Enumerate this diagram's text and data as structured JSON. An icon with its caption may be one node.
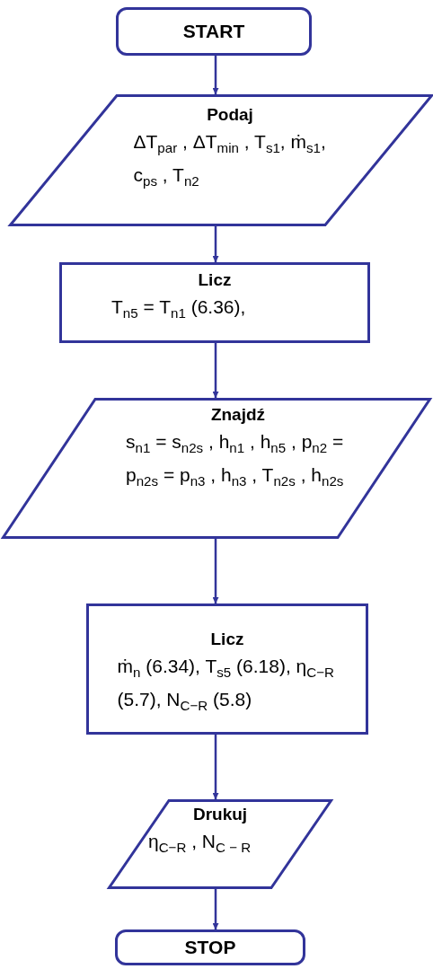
{
  "diagram": {
    "nodes": [
      {
        "text": [
          "START"
        ]
      },
      {
        "text": [
          "Podaj",
          "ΔT$_{par}$ , ΔT$_{min}$ , T$_{s1}$, ṁ$_{s1}$, c$_{ps}$ , T$_{n2}$"
        ]
      },
      {
        "text": [
          "Licz",
          "T$_{n5}$ = T$_{n1}$ (6.36),"
        ]
      },
      {
        "text": [
          "Znajdź",
          "s$_{n1}$ = s$_{n2s}$ , h$_{n1}$ , h$_{n5}$ , p$_{n2}$ = p$_{n2s}$ = p$_{n3}$ , h$_{n3}$ , T$_{n2s}$ , h$_{n2s}$"
        ]
      },
      {
        "text": [
          "Licz",
          "ṁ$_{n}$ (6.34), T$_{s5}$ (6.18), η$_{C−R}$ (5.7), N$_{C−R}$ (5.8)"
        ]
      },
      {
        "text": [
          "Drukuj",
          "η$_{C−R}$ , N$_{C − R}$"
        ]
      },
      {
        "text": [
          "STOP"
        ]
      }
    ],
    "edges": [
      {
        "from": 0,
        "to": 1,
        "arrow": "to"
      },
      {
        "from": 1,
        "to": 2,
        "arrow": "to"
      },
      {
        "from": 2,
        "to": 3,
        "arrow": "to"
      },
      {
        "from": 3,
        "to": 4,
        "arrow": "to"
      },
      {
        "from": 4,
        "to": 5,
        "arrow": "to"
      },
      {
        "from": 5,
        "to": 6,
        "arrow": "to"
      }
    ]
  }
}
